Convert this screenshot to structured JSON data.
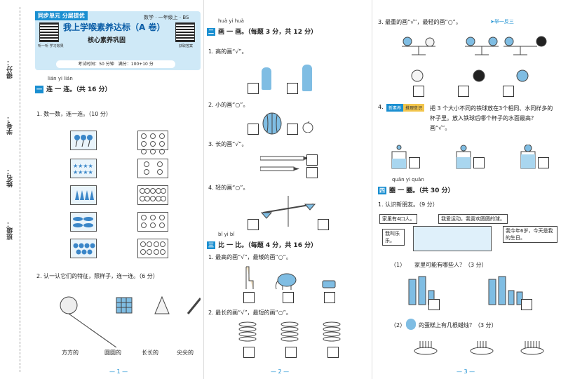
{
  "binding": {
    "score_label": "得分：",
    "id_label": "学号：",
    "name_label": "姓名：",
    "class_label": "班级："
  },
  "header": {
    "tag": "同步单元 分层提优",
    "subject": "数学 · 一年级上 · BS",
    "title": "我上学喉素养达标（A 卷）",
    "subtitle": "核心素养巩固",
    "qr_left_label": "听一听 学习效果",
    "qr_right_label": "获取答案",
    "time_info": "考试时间：50 分钟　满分：100+10 分"
  },
  "p1": {
    "sec_pinyin": "lián yi lián",
    "sec_num": "一",
    "sec_title": "连 一 连。（共 16 分）",
    "q1": "1. 数一数，连一连。（10 分）",
    "q2": "2. 认一认它们的特征，照样子，连一连。（6 分）",
    "shape_labels": [
      "方方的",
      "圆圆的",
      "长长的",
      "尖尖的"
    ],
    "page": "— 1 —"
  },
  "p2": {
    "sec1_pinyin": "huà yi huà",
    "sec1_num": "二",
    "sec1_title": "画 一 画。（每题 3 分，共 12 分）",
    "q1": "1. 高的画“√”。",
    "q2": "2. 小的画“○”。",
    "q3": "3. 长的画“√”。",
    "q4": "4. 轻的画“○”。",
    "sec2_pinyin": "bǐ yi bǐ",
    "sec2_num": "三",
    "sec2_title": "比 一 比。（每题 4 分，共 16 分）",
    "q5": "1. 最高的画“√”，最矮的画“○”。",
    "q6": "2. 最长的画“√”，最短的画“○”。",
    "page": "— 2 —"
  },
  "p3": {
    "q3": "3. 最重的画“√”，最轻的画“○”。",
    "link": "➤举一反三",
    "badge1": "新素养",
    "badge2": "推理意识",
    "q4": "把 3 个大小不同的铁球放在3个相同、水同样多的杯子里。放入铁球后哪个杯子的水面最高？画“√”。",
    "q4_num": "4.",
    "sec_pinyin": "quān yi quān",
    "sec_num": "四",
    "sec_title": "圈 一 圈。（共 30 分）",
    "q5": "1. 认识新朋友。（9 分）",
    "speech": [
      "家里有4口人。",
      "我爱运动，我喜欢圆圆的球。",
      "我叫乐乐。",
      "我今年6岁，今天是我的生日。"
    ],
    "sub1": "（1）",
    "sub1_text": "家里可能有哪些人？（3 分）",
    "sub2": "（2）",
    "sub2_text": "的蛋糕上有几根蜡烛？（3 分）",
    "page": "— 3 —"
  },
  "colors": {
    "accent": "#1a8fd1",
    "banner": "#cfe9f7"
  }
}
